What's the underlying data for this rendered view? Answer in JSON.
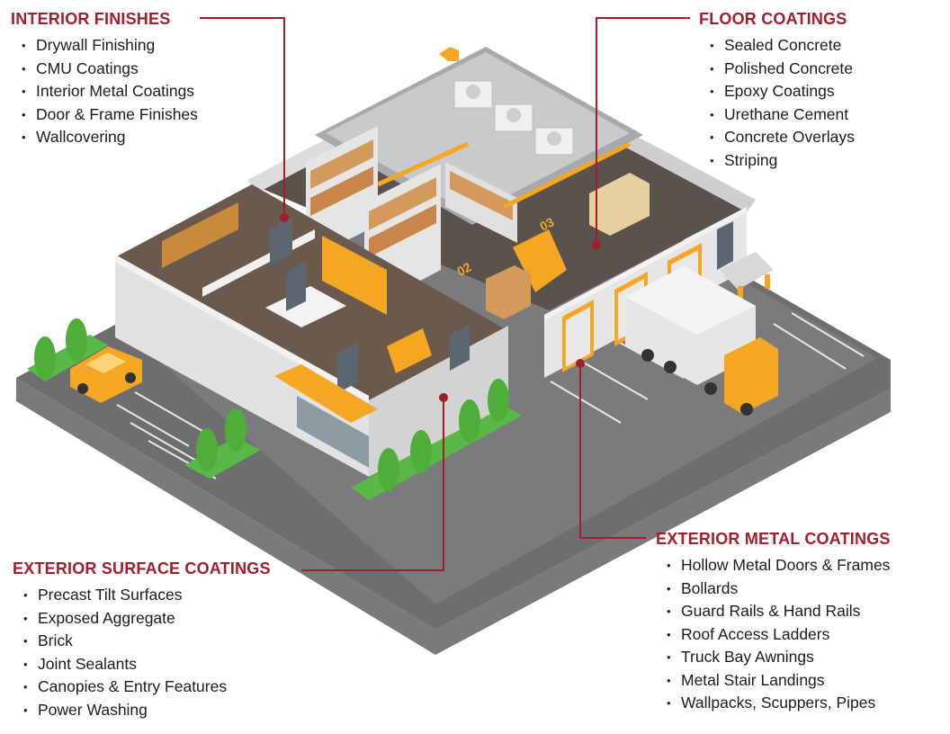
{
  "groups": {
    "interior_finishes": {
      "title": "INTERIOR FINISHES",
      "items": [
        "Drywall Finishing",
        "CMU Coatings",
        "Interior Metal Coatings",
        "Door & Frame Finishes",
        "Wallcovering"
      ]
    },
    "floor_coatings": {
      "title": "FLOOR COATINGS",
      "items": [
        "Sealed Concrete",
        "Polished Concrete",
        "Epoxy Coatings",
        "Urethane Cement",
        "Concrete Overlays",
        "Striping"
      ]
    },
    "exterior_metal_coatings": {
      "title": "EXTERIOR METAL COATINGS",
      "items": [
        "Hollow Metal Doors & Frames",
        "Bollards",
        "Guard Rails & Hand Rails",
        "Roof Access Ladders",
        "Truck Bay Awnings",
        "Metal Stair Landings",
        "Wallpacks, Scuppers, Pipes"
      ]
    },
    "exterior_surface_coatings": {
      "title": "EXTERIOR SURFACE COATINGS",
      "items": [
        "Precast Tilt Surfaces",
        "Exposed Aggregate",
        "Brick",
        "Joint Sealants",
        "Canopies & Entry Features",
        "Power Washing"
      ]
    }
  },
  "floor_markings": [
    "02",
    "03"
  ],
  "colors": {
    "accent_red": "#a01f2a",
    "accent_yellow": "#f5a623"
  }
}
